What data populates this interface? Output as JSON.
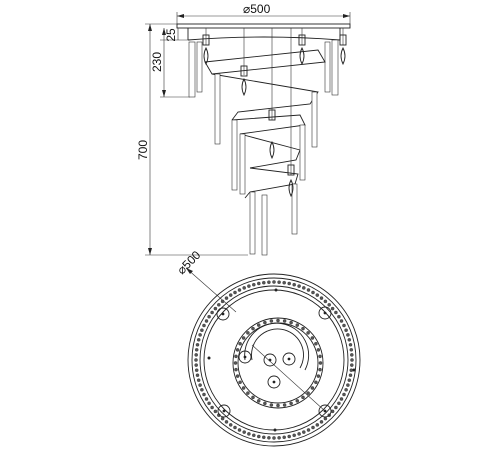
{
  "drawing": {
    "front_view": {
      "width_label": "⌀500",
      "top_offset_label": "25",
      "upper_tier_label": "230",
      "total_height_label": "700"
    },
    "top_view": {
      "diameter_label": "⌀500"
    }
  }
}
